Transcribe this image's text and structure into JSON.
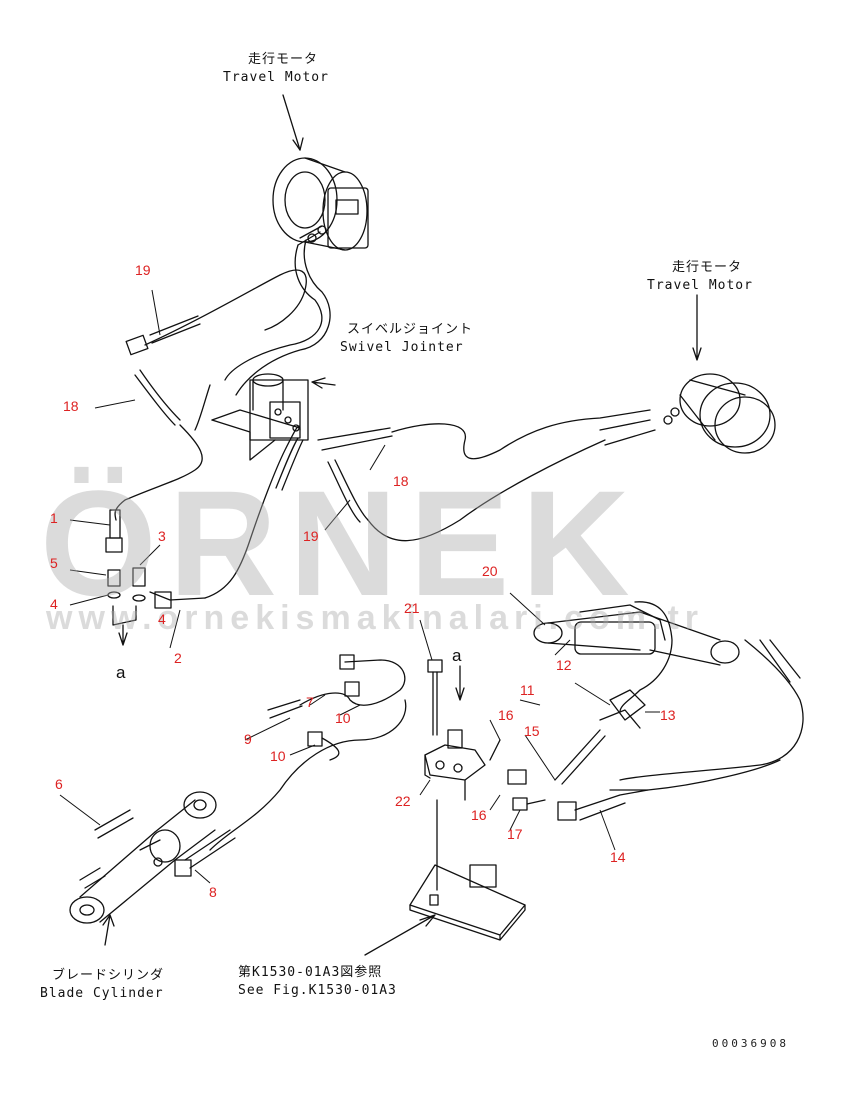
{
  "labels": {
    "motor_top_jp": "走行モータ",
    "motor_top_en": "Travel Motor",
    "motor_right_jp": "走行モータ",
    "motor_right_en": "Travel Motor",
    "swivel_jp": "スイベルジョイント",
    "swivel_en": "Swivel Jointer",
    "blade_jp": "ブレードシリンダ",
    "blade_en": "Blade Cylinder",
    "see_jp": "第K1530-01A3図参照",
    "see_en": "See Fig.K1530-01A3"
  },
  "part_numbers": [
    "19",
    "18",
    "18",
    "19",
    "1",
    "3",
    "5",
    "4",
    "4",
    "2",
    "20",
    "21",
    "12",
    "11",
    "13",
    "7",
    "9",
    "10",
    "10",
    "16",
    "15",
    "6",
    "22",
    "16",
    "17",
    "14",
    "8"
  ],
  "markers": {
    "a_left": "a",
    "a_top": "a"
  },
  "watermark": {
    "logo": "ÖRNEK",
    "url": "www.ornekismakinalari.com.tr"
  },
  "figure_code": "00036908",
  "colors": {
    "part_number": "#dd2222",
    "line_art": "#111111",
    "watermark": "#aaaaaa",
    "watermark_accent": "#e8c860"
  }
}
